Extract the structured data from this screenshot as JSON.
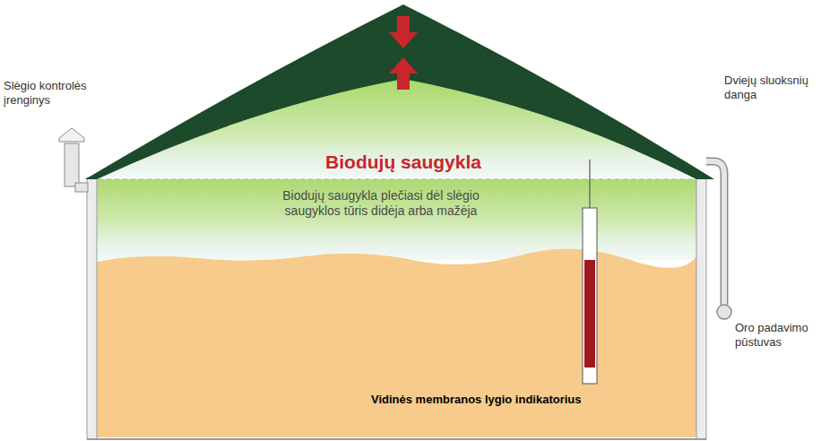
{
  "diagram": {
    "labels": [
      "Slėgio kontrolės įrenginys",
      "Dviejų sluoksnių danga",
      "Biodujų saugykla",
      "Biodujų saugykla plečiasi dėl slėgio saugyklos tūris didėja arba mažėja",
      "Oro padavimo pūstuvas",
      "Vidinės membranos lygio indikatorius"
    ]
  }
}
